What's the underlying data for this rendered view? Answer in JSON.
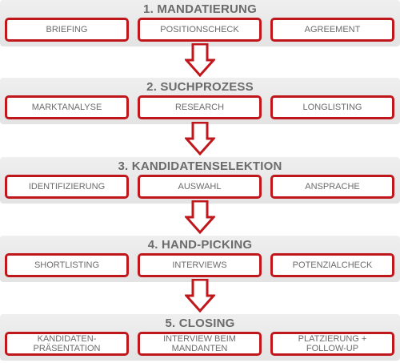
{
  "stages": [
    {
      "title": "1. MANDATIERUNG",
      "items": [
        "BRIEFING",
        "POSITIONSCHECK",
        "AGREEMENT"
      ]
    },
    {
      "title": "2. SUCHPROZESS",
      "items": [
        "MARKTANALYSE",
        "RESEARCH",
        "LONGLISTING"
      ]
    },
    {
      "title": "3. KANDIDATENSELEKTION",
      "items": [
        "IDENTIFIZIERUNG",
        "AUSWAHL",
        "ANSPRACHE"
      ]
    },
    {
      "title": "4. HAND-PICKING",
      "items": [
        "SHORTLISTING",
        "INTERVIEWS",
        "POTENZIALCHECK"
      ]
    },
    {
      "title": "5. CLOSING",
      "items": [
        "KANDIDATEN-\nPRÄSENTATION",
        "INTERVIEW BEIM\nMANDANTEN",
        "PLATZIERUNG +\nFOLLOW-UP"
      ]
    }
  ],
  "colors": {
    "accent": "#c0171c",
    "text": "#6b6b6b",
    "band": "#e8e8e8"
  }
}
